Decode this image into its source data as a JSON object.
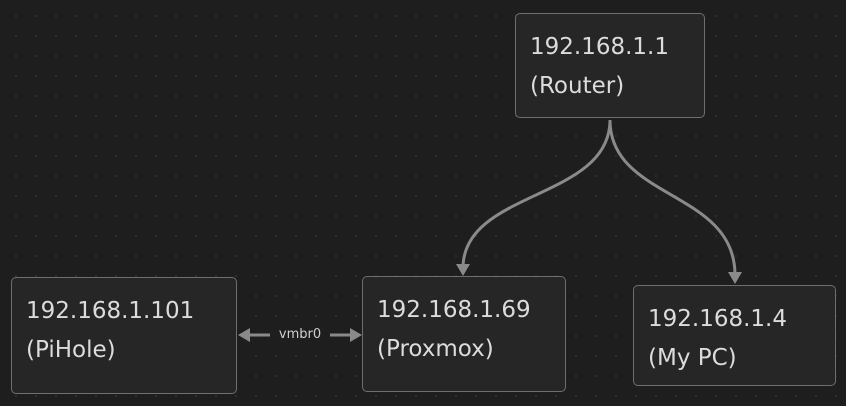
{
  "diagram": {
    "nodes": {
      "router": {
        "line1": "192.168.1.1",
        "line2": "(Router)"
      },
      "pihole": {
        "line1": "192.168.1.101",
        "line2": "(PiHole)"
      },
      "proxmox": {
        "line1": "192.168.1.69",
        "line2": "(Proxmox)"
      },
      "mypc": {
        "line1": "192.168.1.4",
        "line2": "(My PC)"
      }
    },
    "edges": [
      {
        "from": "router",
        "to": "proxmox",
        "label": ""
      },
      {
        "from": "router",
        "to": "mypc",
        "label": ""
      },
      {
        "from": "pihole",
        "to": "proxmox",
        "label": "vmbr0",
        "bidirectional": true
      }
    ],
    "edge_labels": {
      "vmbr0": "vmbr0"
    }
  },
  "colors": {
    "background": "#1e1e1e",
    "node_fill": "#262626",
    "node_border": "#6e6e6e",
    "edge": "#8a8a8a",
    "text": "#dcdcdc"
  }
}
